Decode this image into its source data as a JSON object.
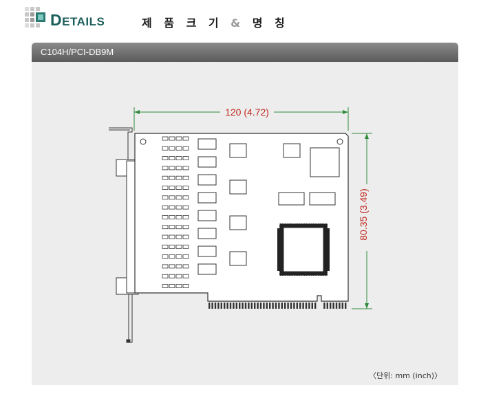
{
  "header": {
    "title_initial": "D",
    "title_rest": "ETAILS",
    "subtitle_a": "제 품 크 기",
    "subtitle_amp": "&",
    "subtitle_b": "명 칭"
  },
  "panel": {
    "title": "C104H/PCI-DB9M",
    "unit_note": "〈단위: mm (inch)〉"
  },
  "dimensions": {
    "width_label": "120 (4.72)",
    "height_label": "80.35 (3.49)"
  },
  "colors": {
    "accent_teal": "#1c5f5a",
    "dimension_red": "#c0281e",
    "panel_bar": "#6e6e6e"
  }
}
